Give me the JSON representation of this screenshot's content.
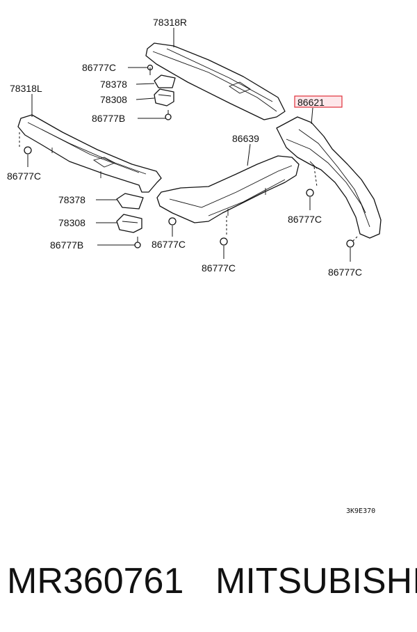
{
  "labels": {
    "rail_right": "78318R",
    "rail_left": "78318L",
    "rear_side_trim": "86621",
    "rear_trim": "86639",
    "clip_c": "86777C",
    "clip_b": "86777B",
    "pad": "78378",
    "bracket": "78308"
  },
  "diagram_code": "3K9E370",
  "highlight_color": "#e0303a",
  "footer": {
    "part_number": "MR360761",
    "brand": "MITSUBISHI"
  }
}
